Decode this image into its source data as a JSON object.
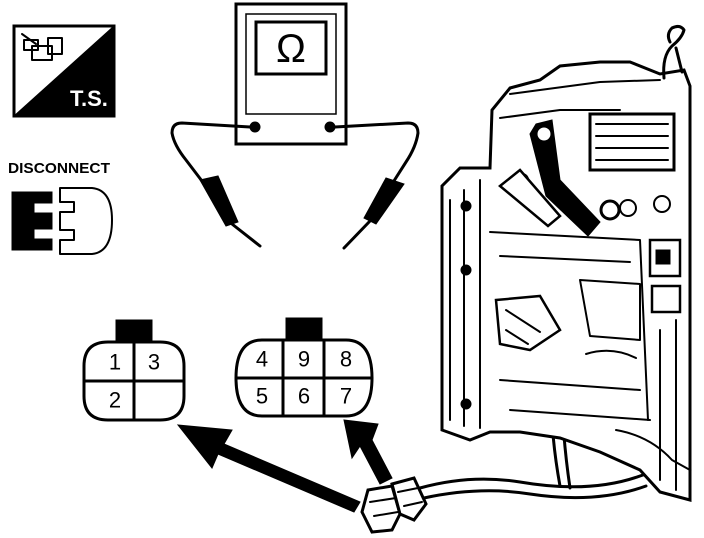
{
  "badge": {
    "label": "T.S.",
    "icon": "wrench-test-icon",
    "colors": {
      "ink": "#000000",
      "paper": "#ffffff"
    }
  },
  "disconnect": {
    "label": "DISCONNECT",
    "icon": "connector-disconnect-icon"
  },
  "meter": {
    "symbol": "Ω",
    "icon": "ohmmeter-icon"
  },
  "connector_left": {
    "pins": [
      "1",
      "3",
      "2"
    ]
  },
  "connector_right": {
    "pins": [
      "4",
      "9",
      "8",
      "5",
      "6",
      "7"
    ]
  }
}
